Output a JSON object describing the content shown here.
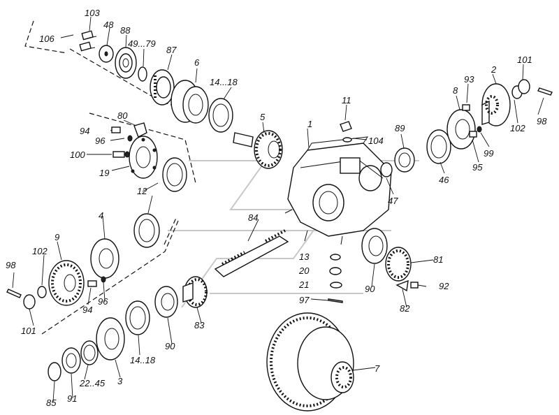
{
  "labels": {
    "l103": "103",
    "l106": "106",
    "l48": "48",
    "l88": "88",
    "l49_79": "49...79",
    "l87": "87",
    "l6": "6",
    "l14_18a": "14...18",
    "l5": "5",
    "l11": "11",
    "l1": "1",
    "l104": "104",
    "l89": "89",
    "l8": "8",
    "l93": "93",
    "l2": "2",
    "l101a": "101",
    "l98a": "98",
    "l102a": "102",
    "l99": "99",
    "l95": "95",
    "l46": "46",
    "l47": "47",
    "l80": "80",
    "l94a": "94",
    "l96a": "96",
    "l100": "100",
    "l19": "19",
    "l12": "12",
    "l84": "84",
    "l4": "4",
    "l9": "9",
    "l102b": "102",
    "l98b": "98",
    "l101b": "101",
    "l94b": "94",
    "l96b": "96",
    "l13": "13",
    "l20": "20",
    "l21": "21",
    "l97": "97",
    "l81": "81",
    "l90a": "90",
    "l92": "92",
    "l82": "82",
    "l83": "83",
    "l90b": "90",
    "l14_18b": "14..18",
    "l3": "3",
    "l22_45": "22..45",
    "l85": "85",
    "l91": "91",
    "l7": "7"
  }
}
